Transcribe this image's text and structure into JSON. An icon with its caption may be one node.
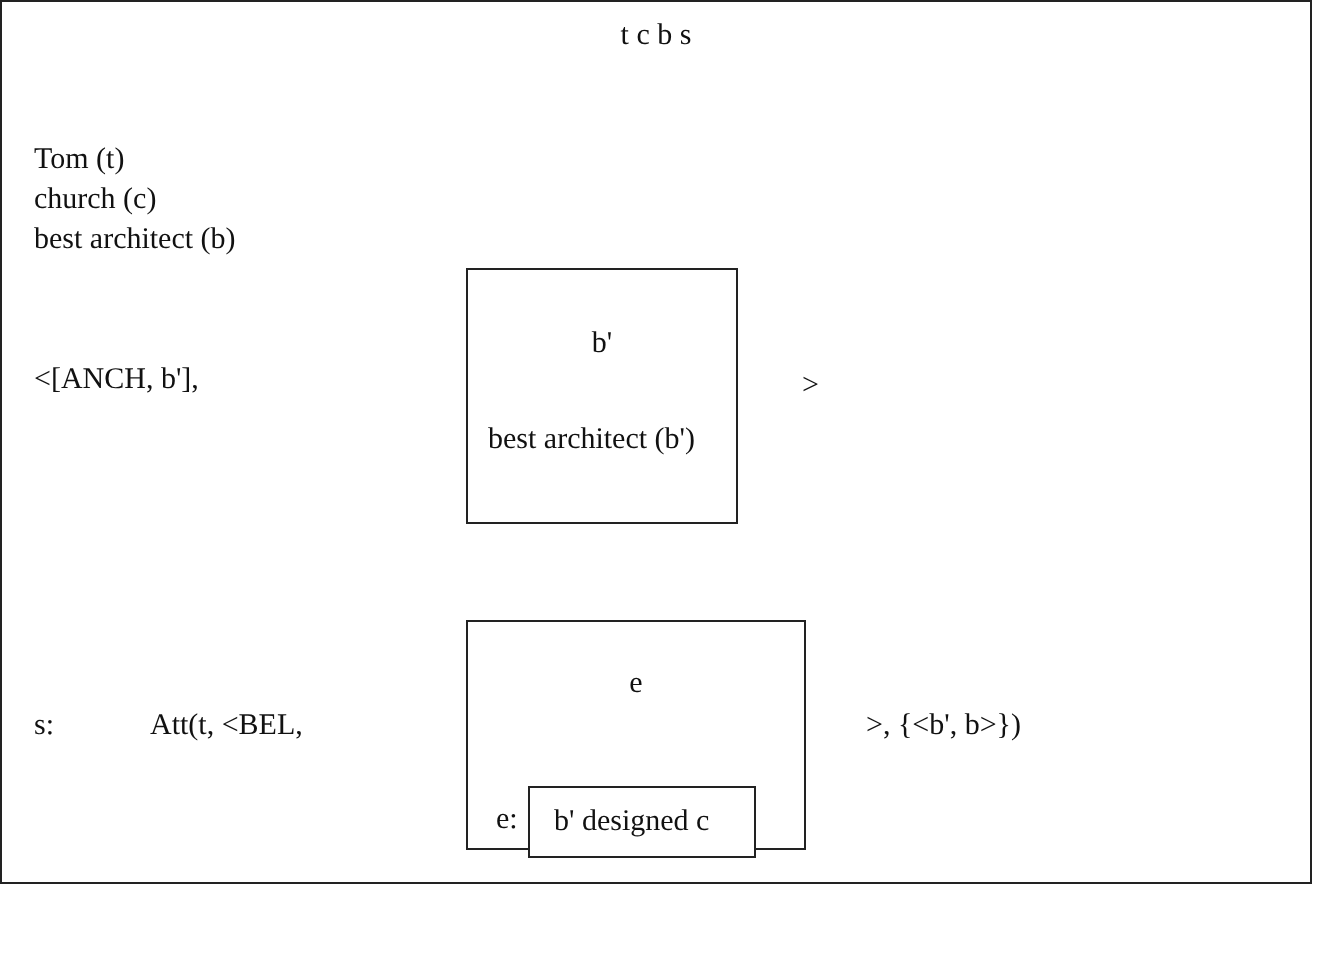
{
  "diagram": {
    "nodes": [
      {
        "text": [
          "t c b s",
          "Tom (t)",
          "church (c)",
          "best architect (b)",
          "<[ANCH, b'],",
          ">",
          "s:",
          "Att(t, <BEL,",
          ">, {<b', b>})"
        ]
      },
      {
        "text": [
          "b'",
          "best architect (b')"
        ],
        "in": 0
      },
      {
        "text": [
          "e",
          "e:"
        ],
        "in": 0
      },
      {
        "text": [
          "b' designed c"
        ],
        "in": 2
      }
    ]
  }
}
